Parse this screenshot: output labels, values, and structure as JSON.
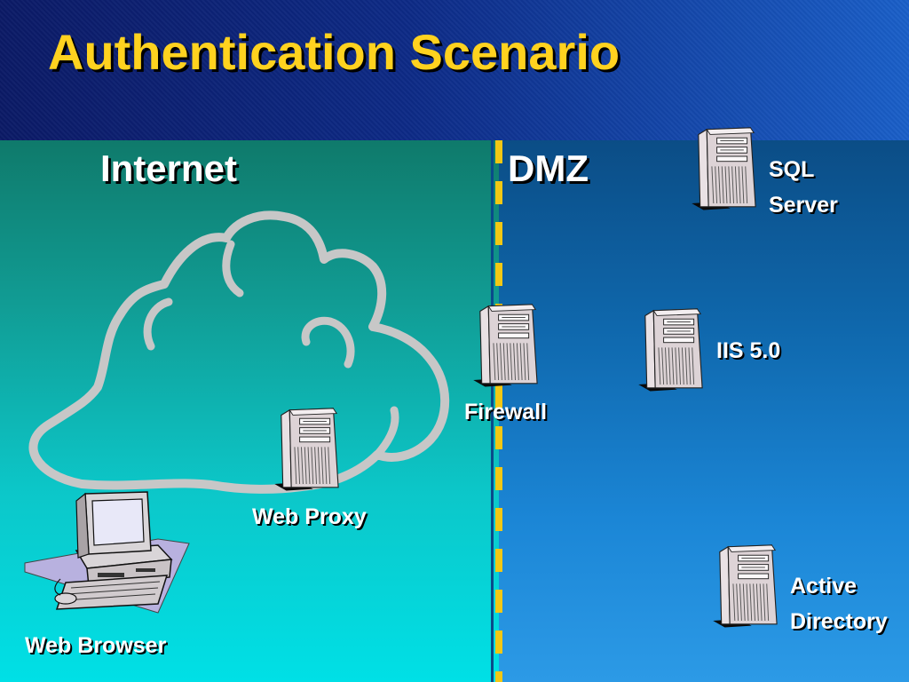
{
  "slide": {
    "title": "Authentication Scenario"
  },
  "zones": {
    "internet": "Internet",
    "dmz": "DMZ"
  },
  "nodes": {
    "sql_server": {
      "line1": "SQL",
      "line2": "Server",
      "icon": "server-tower-icon"
    },
    "firewall": {
      "label": "Firewall",
      "icon": "server-tower-icon"
    },
    "iis": {
      "label": "IIS 5.0",
      "icon": "server-tower-icon"
    },
    "web_proxy": {
      "label": "Web Proxy",
      "icon": "server-tower-icon"
    },
    "active_directory": {
      "line1": "Active",
      "line2": "Directory",
      "icon": "server-tower-icon"
    },
    "web_browser": {
      "label": "Web Browser",
      "icon": "desktop-computer-icon"
    }
  },
  "colors": {
    "title": "#ffd21f",
    "header": "#0b1a66",
    "internet_zone": "#119c94",
    "dmz_zone": "#0f68ad",
    "divider_dashes": "#f2c814",
    "cloud_outline": "#c7c7c7",
    "labels": "#ffffff"
  }
}
